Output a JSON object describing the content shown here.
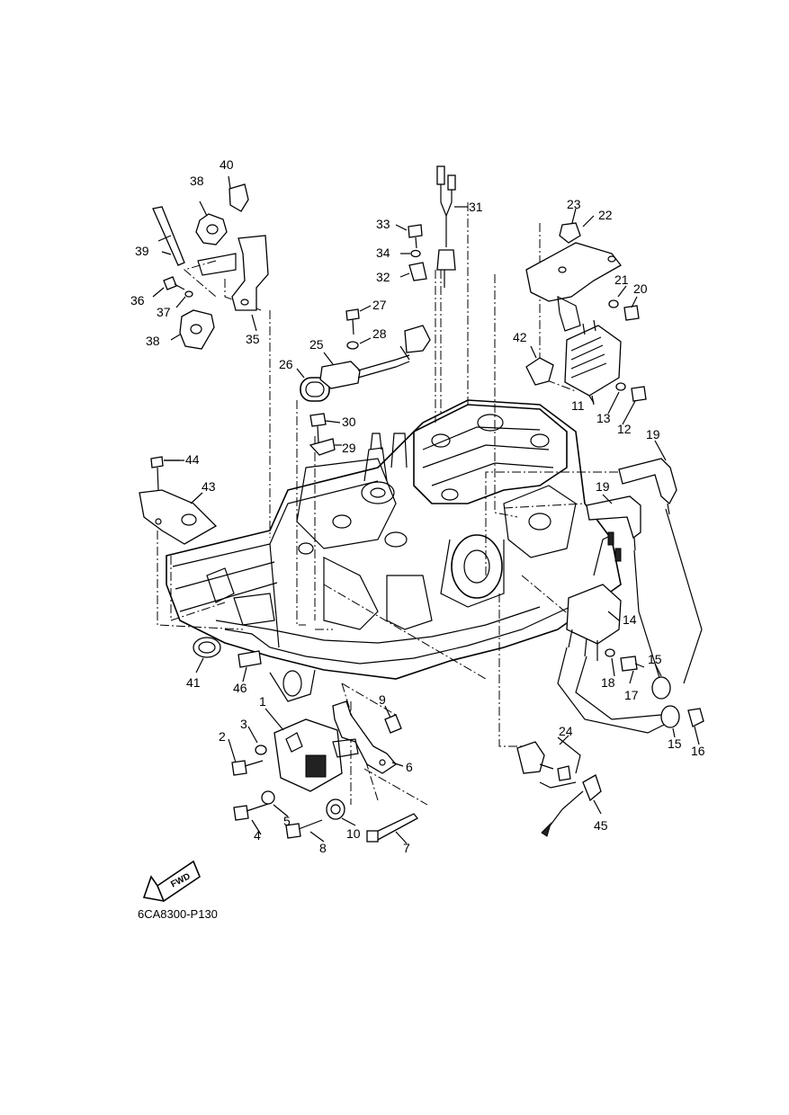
{
  "diagram": {
    "figure_code": "6CA8300-P130",
    "direction_marker": "FWD",
    "callouts": [
      "1",
      "2",
      "3",
      "4",
      "5",
      "6",
      "7",
      "8",
      "9",
      "10",
      "11",
      "12",
      "13",
      "14",
      "15",
      "15",
      "16",
      "17",
      "18",
      "19",
      "19",
      "20",
      "21",
      "22",
      "23",
      "24",
      "25",
      "26",
      "27",
      "28",
      "29",
      "30",
      "31",
      "32",
      "33",
      "34",
      "35",
      "36",
      "37",
      "38",
      "38",
      "39",
      "40",
      "41",
      "42",
      "43",
      "44",
      "45",
      "46"
    ]
  }
}
